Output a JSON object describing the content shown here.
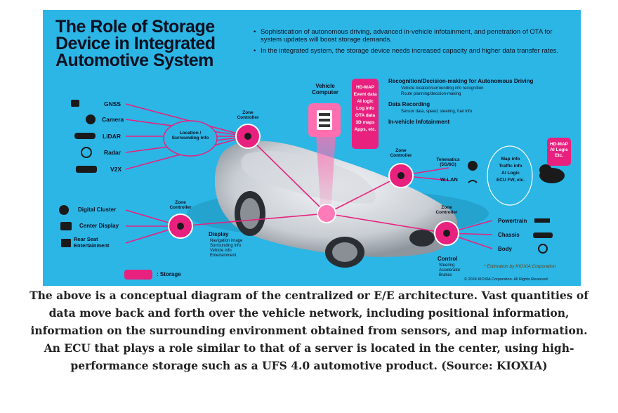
{
  "figure": {
    "title": "The Role of Storage Device in Integrated Automotive System",
    "bullets": [
      "Sophistication of autonomous driving, advanced in-vehicle infotainment, and penetration of OTA for system updates will boost storage demands.",
      "In the integrated system, the storage device needs increased capacity and higher data transfer rates."
    ],
    "sensors": [
      "GNSS",
      "Camera",
      "LiDAR",
      "Radar",
      "V2X"
    ],
    "location_label": "Location / Surrounding Info",
    "zone_controller": "Zone Controller",
    "vehicle_computer": "Vehicle Computer",
    "storage_items": [
      "HD-MAP",
      "Event data",
      "AI logic",
      "Log info",
      "OTA data",
      "3D maps",
      "Apps, etc."
    ],
    "right_sections": [
      {
        "heading": "Recognition/Decision-making for Autonomous Driving",
        "items": [
          "Vehicle location/surrounding info recognition",
          "Route planning/decision-making"
        ]
      },
      {
        "heading": "Data Recording",
        "items": [
          "Sensor data, speed, steering, fuel info"
        ]
      },
      {
        "heading": "In-vehicle Infotainment",
        "items": []
      }
    ],
    "telematics": "Telematics (5G/6G)",
    "wlan": "W-LAN",
    "cloud_info": [
      "Map info",
      "Traffic info",
      "AI Logic",
      "ECU FW, etc."
    ],
    "cloud_storage": [
      "HD-MAP",
      "AI Logic",
      "Etc."
    ],
    "display_devices": [
      "Digital Cluster",
      "Center Display",
      "Rear Seat Entertainment"
    ],
    "display_heading": "Display",
    "display_items": [
      "Navigation image",
      "Surrounding info",
      "Vehicle info",
      "Entertainment"
    ],
    "control_devices": [
      "Powertrain",
      "Chassis",
      "Body"
    ],
    "control_heading": "Control",
    "control_items": [
      "Steering",
      "Accelerator",
      "Brakes"
    ],
    "storage_legend": ": Storage",
    "estimation_note": "* Estimation by KIOXIA Corporation",
    "copyright": "© 2024 KIOXIA Corporation. All Rights Reserved."
  },
  "caption": "The above is a conceptual diagram of the centralized or E/E architecture. Vast quantities of data move back and forth over the vehicle network, including positional information, information on the surrounding environment obtained from sensors, and map information. An ECU that plays a role similar to that of a server is located in the center, using high-performance storage such as a UFS 4.0 automotive product. (Source: KIOXIA)",
  "colors": {
    "background": "#2bb6e6",
    "accent": "#e8217e",
    "caption_text": "#222222"
  }
}
